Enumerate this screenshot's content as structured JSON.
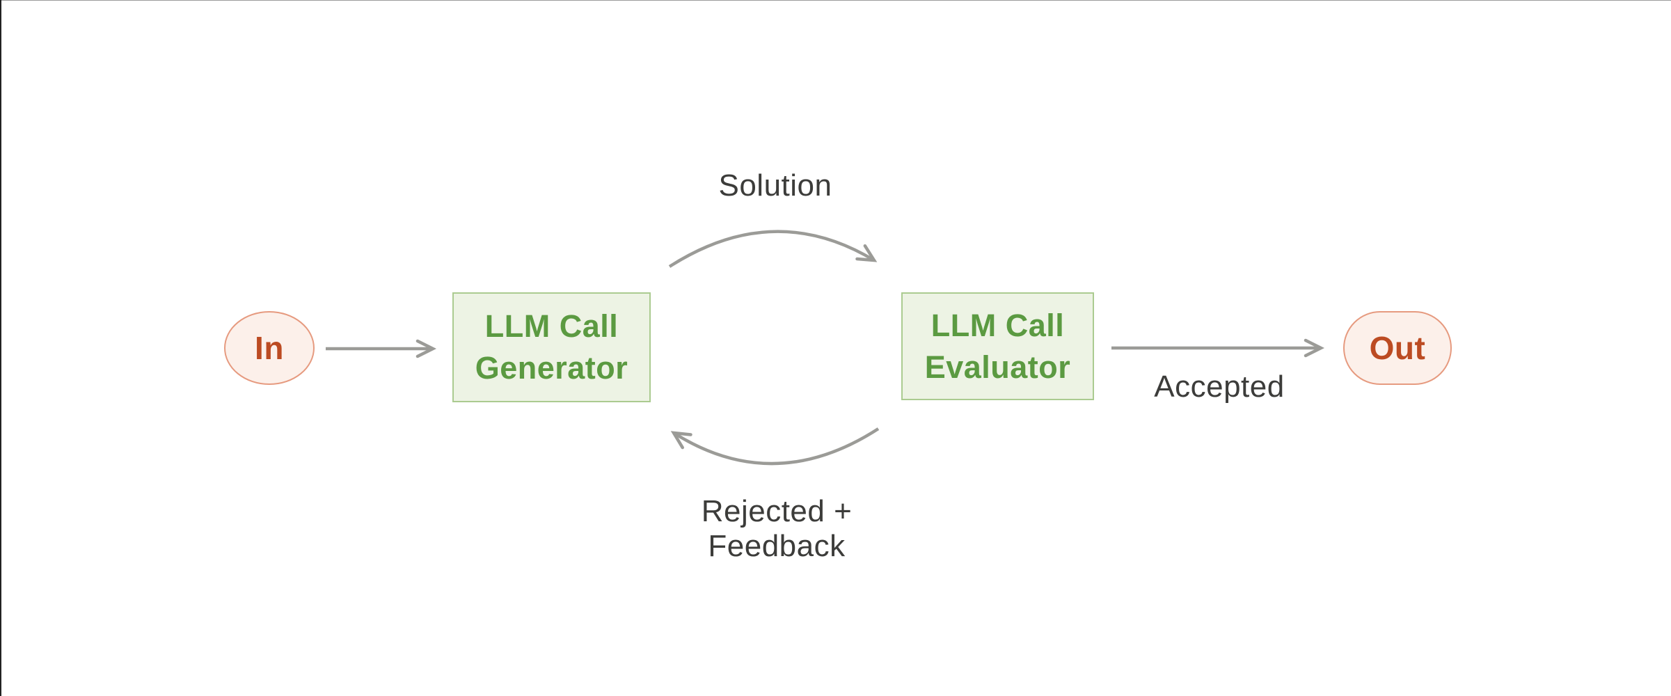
{
  "palette": {
    "bg": "#ffffff",
    "top-edge": "#9a9a9a",
    "left-edge": "#222222",
    "arrow": "#9b9b97",
    "label-text": "#3c3c3a",
    "green-fill": "#edf3e4",
    "green-border": "#abcb90",
    "green-text": "#5b9a41",
    "salmon-fill": "#fcf0ea",
    "salmon-border": "#e69a7f",
    "salmon-text": "#bc4b22"
  },
  "nodes": {
    "input": {
      "label": "In"
    },
    "generator": {
      "line1": "LLM Call",
      "line2": "Generator"
    },
    "evaluator": {
      "line1": "LLM Call",
      "line2": "Evaluator"
    },
    "output": {
      "label": "Out"
    }
  },
  "edges": {
    "generator_to_evaluator": {
      "label": "Solution"
    },
    "evaluator_to_generator": {
      "label_line1": "Rejected +",
      "label_line2": "Feedback"
    },
    "evaluator_to_output": {
      "label": "Accepted"
    }
  }
}
